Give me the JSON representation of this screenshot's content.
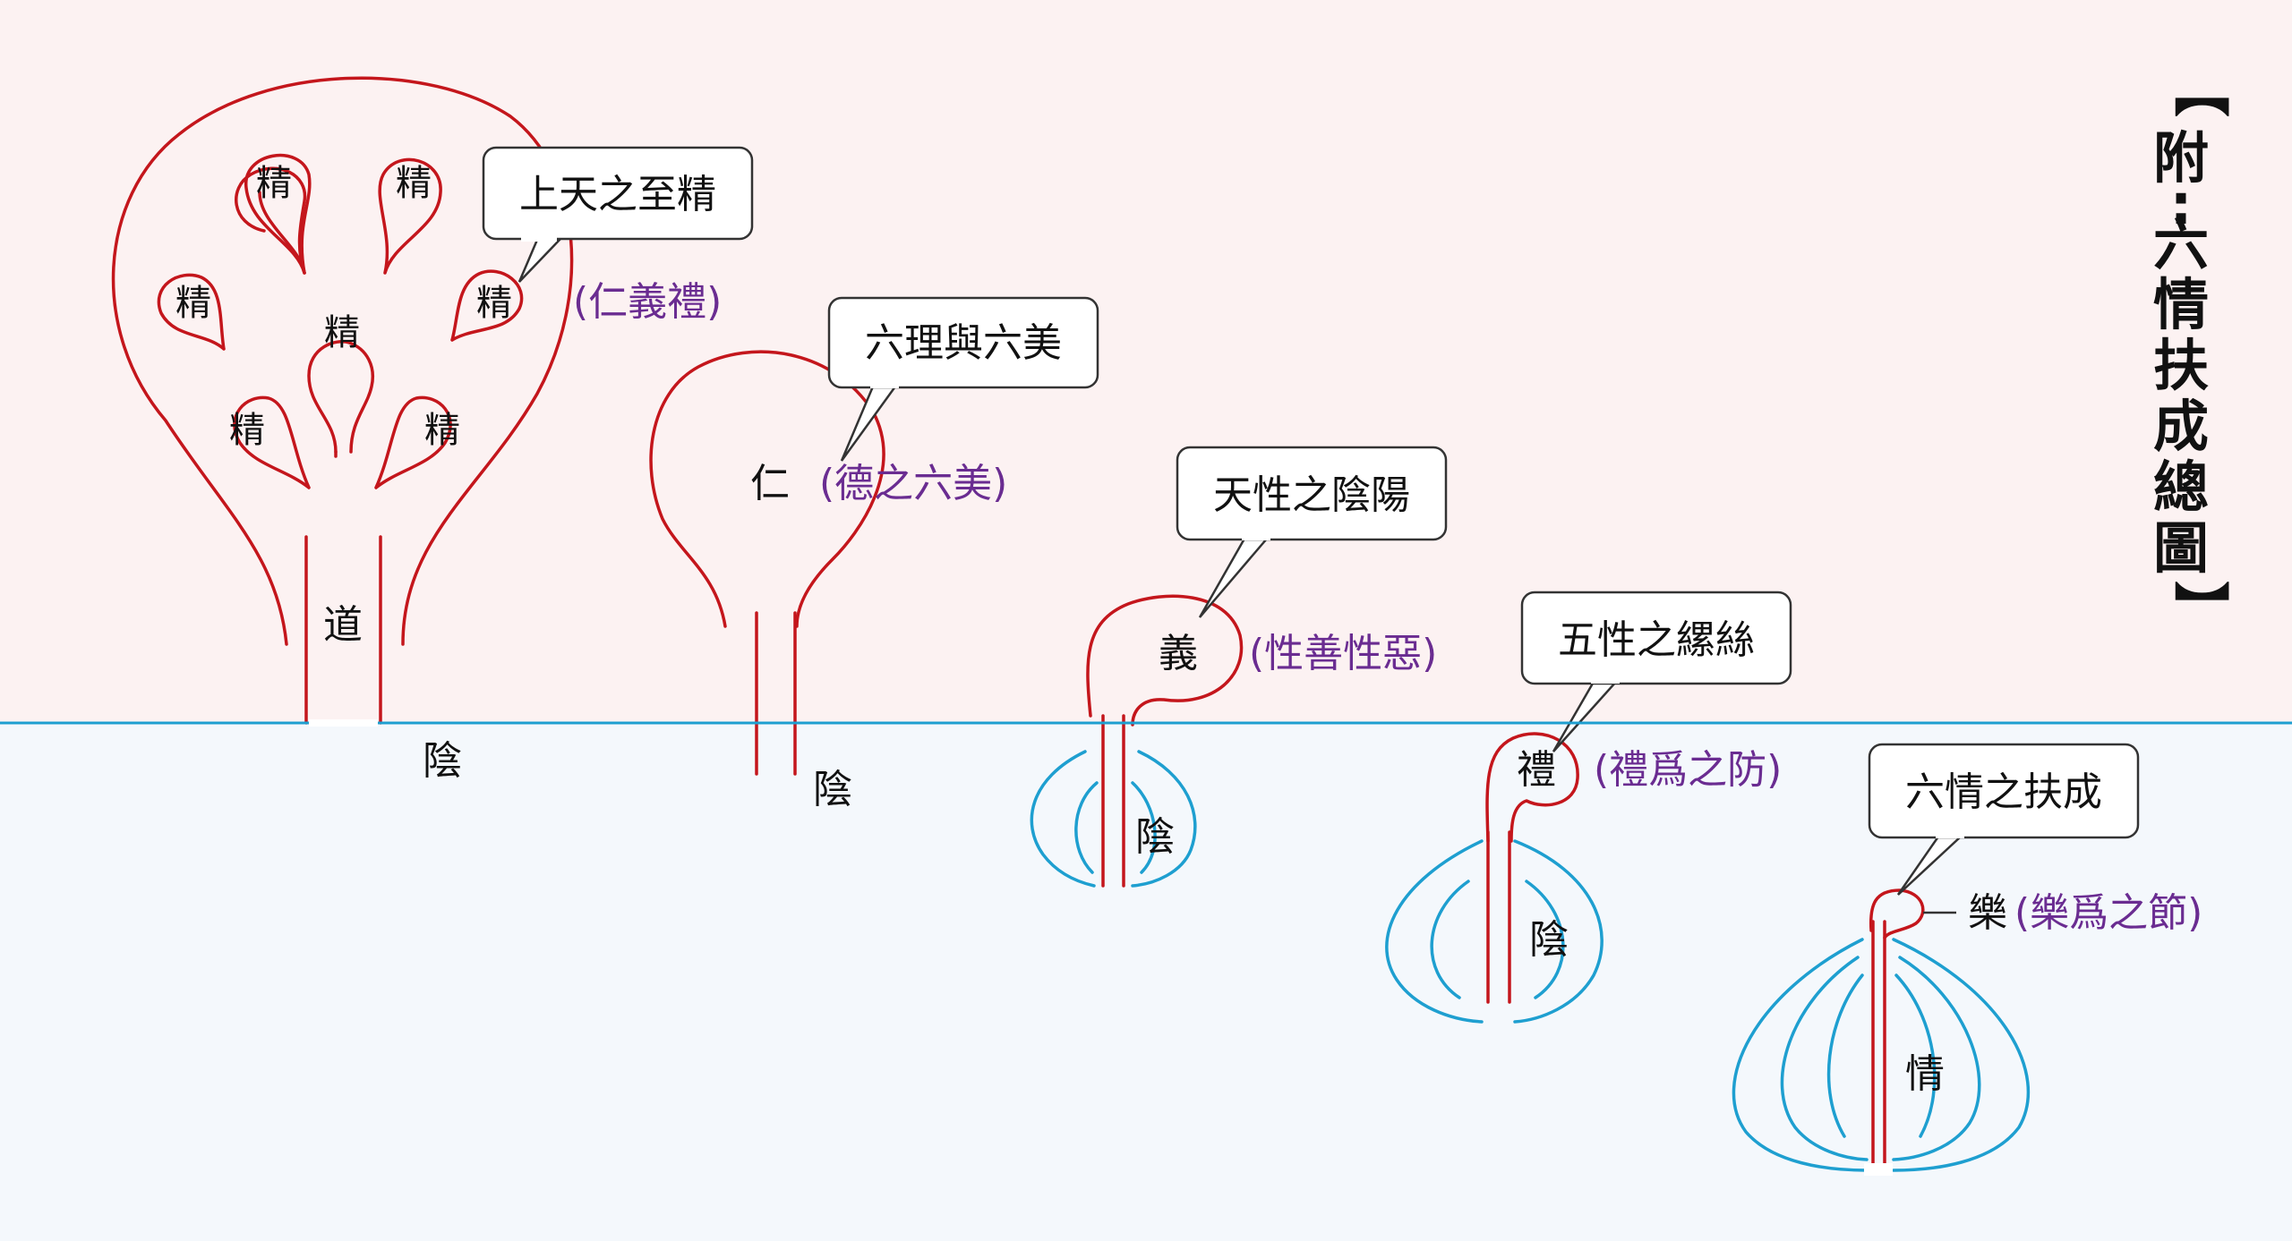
{
  "title": {
    "open_bracket": "【",
    "chars": [
      "附",
      ":",
      "六",
      "情",
      "扶",
      "成",
      "總",
      "圖"
    ],
    "close_bracket": "】"
  },
  "stage1": {
    "essence_labels": [
      "精",
      "精",
      "精",
      "精",
      "精",
      "精",
      "精"
    ],
    "stem_label": "道",
    "root_label": "陰",
    "callout": "上天之至精",
    "annotation": "(仁義禮)"
  },
  "stage2": {
    "bulb_label": "仁",
    "root_label": "陰",
    "callout": "六理與六美",
    "annotation": "(德之六美)"
  },
  "stage3": {
    "bulb_label": "義",
    "root_label": "陰",
    "callout": "天性之陰陽",
    "annotation": "(性善性惡)"
  },
  "stage4": {
    "bulb_label": "禮",
    "root_label": "陰",
    "callout": "五性之縲絲",
    "annotation": "(禮爲之防)"
  },
  "stage5": {
    "bulb_label": "樂",
    "root_label": "情",
    "callout": "六情之扶成",
    "annotation": "(樂爲之節)"
  },
  "colors": {
    "sky": "#fcf2f2",
    "ground": "#f4f8fc",
    "horizon": "#1e9fd0",
    "stem": "#c4161c",
    "root": "#1e9fd0",
    "annotation": "#6a2c91"
  }
}
